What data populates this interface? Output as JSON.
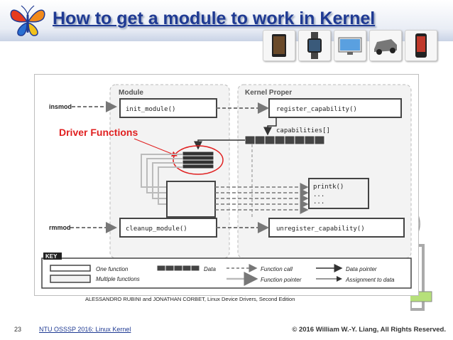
{
  "slide": {
    "title": "How to get a module to work in Kernel",
    "page_number": "23",
    "course": "NTU OSSSP 2016: Linux Kernel",
    "copyright": "© 2016  William W.-Y. Liang, All Rights Reserved.",
    "caption": "ALESSANDRO RUBINI and JONATHAN CORBET, Linux Device Drivers, Second Edition",
    "devices": [
      "tablet-icon",
      "smartwatch-icon",
      "tv-icon",
      "car-icon",
      "phone-icon"
    ]
  },
  "diagram": {
    "module_label": "Module",
    "kernel_label": "Kernel Proper",
    "insmod": "insmod",
    "rmmod": "rmmod",
    "init_module": "init_module()",
    "cleanup_module": "cleanup_module()",
    "register_capability": "register_capability()",
    "unregister_capability": "unregister_capability()",
    "capabilities": "capabilities[]",
    "printk": "printk()",
    "dots": "...",
    "annotation": "Driver Functions",
    "annotation_color": "#e02020",
    "key": {
      "title": "KEY",
      "one_function": "One function",
      "multiple_functions": "Multiple functions",
      "data": "Data",
      "function_call": "Function call",
      "function_pointer": "Function pointer",
      "data_pointer": "Data pointer",
      "assignment_to_data": "Assignment to data"
    }
  }
}
